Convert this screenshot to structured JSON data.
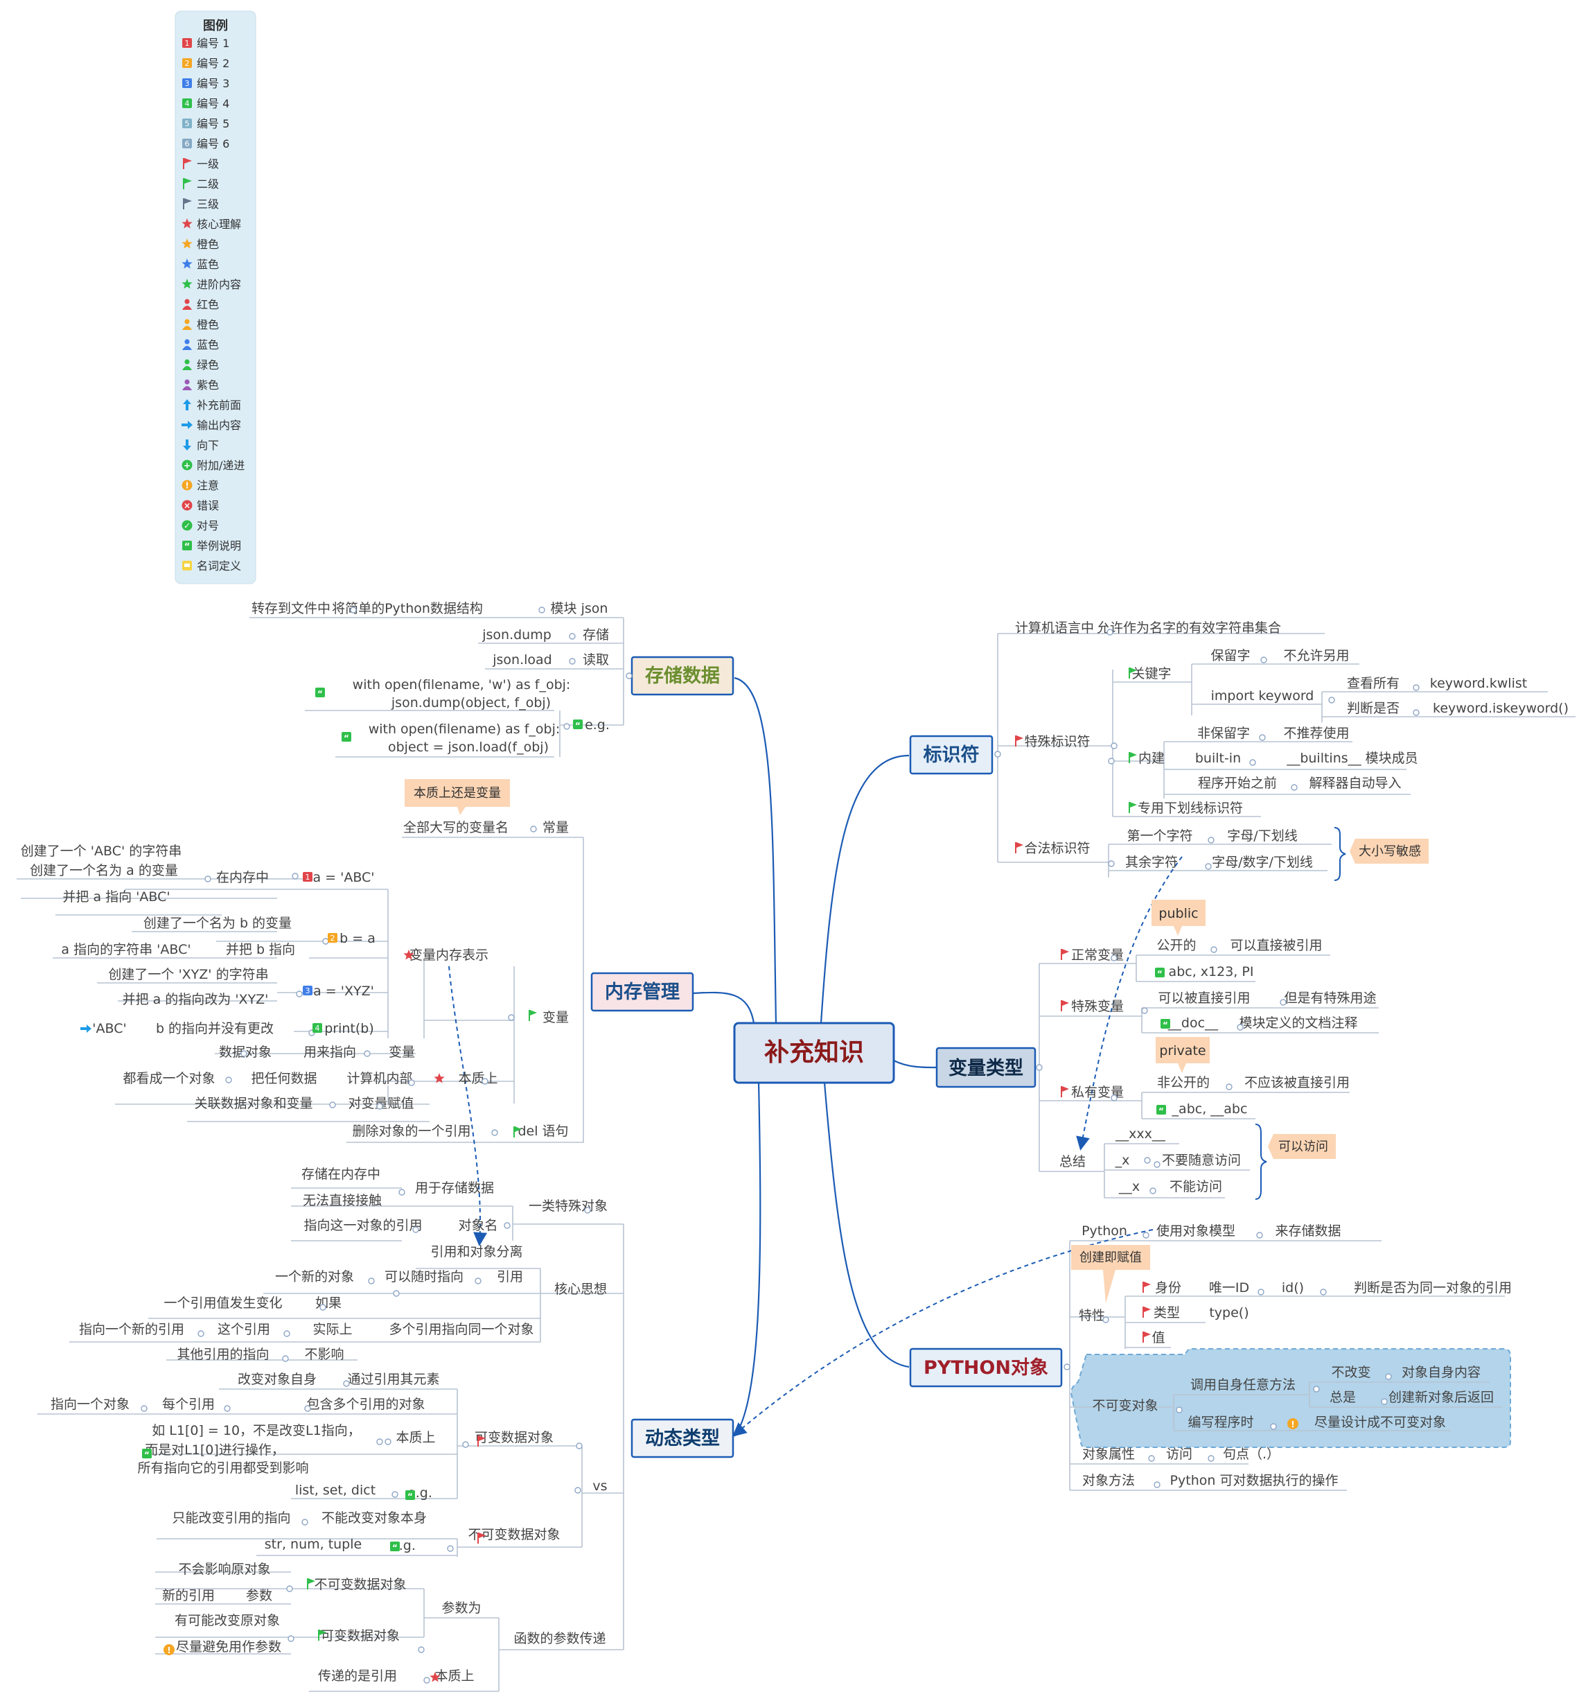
{
  "legend": {
    "title": "图例",
    "items": [
      {
        "icon": "num-badge",
        "color": "#e0454a",
        "glyph": "1",
        "label": "编号 1"
      },
      {
        "icon": "num-badge",
        "color": "#f5a623",
        "glyph": "2",
        "label": "编号 2"
      },
      {
        "icon": "num-badge",
        "color": "#3f7ee8",
        "glyph": "3",
        "label": "编号 3"
      },
      {
        "icon": "num-badge",
        "color": "#2fbf4a",
        "glyph": "4",
        "label": "编号 4"
      },
      {
        "icon": "num-badge",
        "color": "#7fb2c9",
        "glyph": "5",
        "label": "编号 5"
      },
      {
        "icon": "num-badge",
        "color": "#86a9c4",
        "glyph": "6",
        "label": "编号 6"
      },
      {
        "icon": "flag",
        "color": "#e0454a",
        "label": "一级"
      },
      {
        "icon": "flag",
        "color": "#2fbf4a",
        "label": "二级"
      },
      {
        "icon": "flag",
        "color": "#64748b",
        "label": "三级"
      },
      {
        "icon": "star",
        "color": "#e0454a",
        "label": "核心理解"
      },
      {
        "icon": "star",
        "color": "#f5a623",
        "label": "橙色"
      },
      {
        "icon": "star",
        "color": "#3f7ee8",
        "label": "蓝色"
      },
      {
        "icon": "star",
        "color": "#2fbf4a",
        "label": "进阶内容"
      },
      {
        "icon": "person",
        "color": "#e0454a",
        "label": "红色"
      },
      {
        "icon": "person",
        "color": "#f5a623",
        "label": "橙色"
      },
      {
        "icon": "person",
        "color": "#3f7ee8",
        "label": "蓝色"
      },
      {
        "icon": "person",
        "color": "#2fbf4a",
        "label": "绿色"
      },
      {
        "icon": "person",
        "color": "#9b59b6",
        "label": "紫色"
      },
      {
        "icon": "arrow-up",
        "color": "#1e9be8",
        "label": "补充前面"
      },
      {
        "icon": "arrow-right",
        "color": "#1e9be8",
        "label": "输出内容"
      },
      {
        "icon": "arrow-down",
        "color": "#1e9be8",
        "label": "向下"
      },
      {
        "icon": "circle-plus",
        "color": "#2fbf4a",
        "label": "附加/递进"
      },
      {
        "icon": "circle-bang",
        "color": "#f5a623",
        "label": "注意"
      },
      {
        "icon": "circle-x",
        "color": "#e0454a",
        "label": "错误"
      },
      {
        "icon": "circle-check",
        "color": "#2fbf4a",
        "label": "对号"
      },
      {
        "icon": "quote",
        "color": "#2fbf4a",
        "label": "举例说明"
      },
      {
        "icon": "note",
        "color": "#f5d442",
        "label": "名词定义"
      }
    ]
  },
  "colors": {
    "link": "#1b5bb4",
    "line": "#b7c3d2",
    "text": "#444444",
    "root_fill": "#dde6f3",
    "root_text": "#8b1a1a",
    "callout_fill": "#fcd5b4",
    "blue_region": "#b3d4ea",
    "flag_red": "#e0454a",
    "flag_green": "#2fbf4a"
  },
  "root": {
    "label": "补充知识"
  },
  "branches": {
    "storage": "存储数据",
    "memory": "内存管理",
    "dynamic": "动态类型",
    "identifier": "标识符",
    "vartype": "变量类型",
    "pyobject": "PYTHON对象"
  },
  "callouts": {
    "essence_var": "本质上还是变量",
    "case_sensitive": "大小写敏感",
    "public": "public",
    "private": "private",
    "accessible": "可以访问",
    "create_assign": "创建即赋值"
  },
  "storage": {
    "json_module": "模块 json",
    "simple": "将简单的Python数据结构",
    "to_file": "转存到文件中",
    "save": "存储",
    "dump": "json.dump",
    "read": "读取",
    "load": "json.load",
    "eg": "e.g.",
    "ex1_l1": "with open(filename, 'w') as f_obj:",
    "ex1_l2": "json.dump(object, f_obj)",
    "ex2_l1": "with open(filename) as f_obj:",
    "ex2_l2": "object = json.load(f_obj)"
  },
  "memory": {
    "const": "常量",
    "const_def": "全部大写的变量名",
    "var": "变量",
    "var_repr": "变量内存表示",
    "a1": "a = 'ABC'",
    "in_mem": "在内存中",
    "create_str": "创建了一个 'ABC' 的字符串",
    "create_a": "创建了一个名为 a 的变量",
    "point_a": "并把 a 指向 'ABC'",
    "b_eq_a": "b = a",
    "create_b": "创建了一个名为 b 的变量",
    "point_b": "并把 b 指向",
    "a_points": "a 指向的字符串 'ABC'",
    "a2": "a = 'XYZ'",
    "create_xyz": "创建了一个 'XYZ' 的字符串",
    "change_a": "并把 a 的指向改为 'XYZ'",
    "print_b": "print(b)",
    "b_unchanged": "b 的指向并没有更改",
    "abc_out": "'ABC'",
    "essence": "本质上",
    "ref_var": "变量",
    "ref_used": "用来指向",
    "data_obj": "数据对象",
    "computer": "计算机内部",
    "any_data": "把任何数据",
    "as_obj": "都看成一个对象",
    "assign": "对变量赋值",
    "relate": "关联数据对象和变量",
    "del": "del 语句",
    "del_desc": "删除对象的一个引用"
  },
  "dynamic": {
    "special": "一类特殊对象",
    "for_store": "用于存储数据",
    "in_mem": "存储在内存中",
    "no_touch": "无法直接接触",
    "obj_name": "对象名",
    "ref_obj": "指向这一对象的引用",
    "core": "核心思想",
    "sep": "引用和对象分离",
    "ref": "引用",
    "any_time": "可以随时指向",
    "new_obj": "一个新的对象",
    "multi": "多个引用指向同一个对象",
    "if": "如果",
    "one_change": "一个引用值发生变化",
    "actually": "实际上",
    "this_ref": "这个引用",
    "new_ref": "指向一个新的引用",
    "no_effect": "不影响",
    "others": "其他引用的指向",
    "vs": "vs",
    "mutable": "可变数据对象",
    "essence": "本质上",
    "via_elem": "通过引用其元素",
    "change_self": "改变对象自身",
    "contains": "包含多个引用的对象",
    "each_ref": "每个引用",
    "point_one": "指向一个对象",
    "l1_a": "如 L1[0] = 10，不是改变L1指向，",
    "l1_b": "而是对L1[0]进行操作，",
    "l1_c": "所有指向它的引用都受到影响",
    "eg": "e.g.",
    "list": "list, set, dict",
    "immutable": "不可变数据对象",
    "no_change": "不能改变对象本身",
    "only_ref": "只能改变引用的指向",
    "str": "str, num, tuple",
    "func": "函数的参数传递",
    "param_is": "参数为",
    "imm_obj": "不可变数据对象",
    "no_affect": "不会影响原对象",
    "param": "参数",
    "new_r": "新的引用",
    "mut_obj": "可变数据对象",
    "may_change": "有可能改变原对象",
    "avoid": "尽量避免用作参数",
    "essence2": "本质上",
    "pass_ref": "传递的是引用"
  },
  "identifier": {
    "in_lang": "计算机语言中",
    "allowed": "允许作为名字的有效字符串集合",
    "special": "特殊标识符",
    "keyword": "关键字",
    "reserved": "保留字",
    "not_other": "不允许另用",
    "import_kw": "import keyword",
    "view_all": "查看所有",
    "kwlist": "keyword.kwlist",
    "check": "判断是否",
    "iskw": "keyword.iskeyword()",
    "builtin": "内建",
    "non_reserved": "非保留字",
    "not_rec": "不推荐使用",
    "builtin_kw": "built-in",
    "builtins_mod": "__builtins__ 模块成员",
    "prog_start": "程序开始之前",
    "auto_import": "解释器自动导入",
    "underscore": "专用下划线标识符",
    "legal": "合法标识符",
    "first": "第一个字符",
    "first_val": "字母/下划线",
    "rest": "其余字符",
    "rest_val": "字母/数字/下划线"
  },
  "vartype": {
    "normal": "正常变量",
    "public": "公开的",
    "direct": "可以直接被引用",
    "normal_eg": "abc, x123, PI",
    "special": "特殊变量",
    "can_ref": "可以被直接引用",
    "special_use": "但是有特殊用途",
    "doc": "__doc__",
    "doc_desc": "模块定义的文档注释",
    "private": "私有变量",
    "non_public": "非公开的",
    "no_ref": "不应该被直接引用",
    "private_eg": "_abc, __abc",
    "summary": "总结",
    "xxx": "__xxx__",
    "x1": "_x",
    "x1_desc": "不要随意访问",
    "x2": "__x",
    "x2_desc": "不能访问"
  },
  "pyobject": {
    "python": "Python",
    "uses_model": "使用对象模型",
    "to_store": "来存储数据",
    "traits": "特性",
    "identity": "身份",
    "unique_id": "唯一ID",
    "id_fn": "id()",
    "judge_same": "判断是否为同一对象的引用",
    "type": "类型",
    "type_fn": "type()",
    "value": "值",
    "immutable": "不可变对象",
    "call_any": "调用自身任意方法",
    "no_change": "不改变",
    "self_content": "对象自身内容",
    "always": "总是",
    "new_return": "创建新对象后返回",
    "writing": "编写程序时",
    "design_imm": "尽量设计成不可变对象",
    "attr": "对象属性",
    "access": "访问",
    "dot": "句点（.）",
    "method": "对象方法",
    "method_desc": "Python 可对数据执行的操作"
  }
}
